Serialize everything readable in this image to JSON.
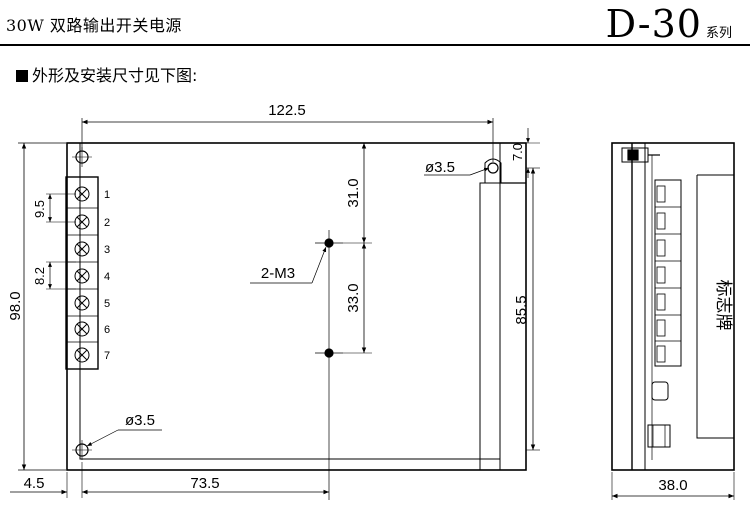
{
  "header": {
    "title": "30W 双路输出开关电源",
    "model": "D-30",
    "series_suffix": "系列"
  },
  "section_heading": "外形及安装尺寸见下图:",
  "front_view": {
    "dim_width": "122.5",
    "dim_height": "98.0",
    "dim_hole_top": "ø3.5",
    "dim_hole_bottom": "ø3.5",
    "dim_top_offset": "7.0",
    "dim_upper": "31.0",
    "dim_middle": "33.0",
    "dim_right_height": "85.5",
    "dim_bottom_left": "4.5",
    "dim_bottom_center": "73.5",
    "mount_label": "2-M3",
    "pitch_a": "9.5",
    "pitch_b": "8.2",
    "terminal_numbers": [
      "1",
      "2",
      "3",
      "4",
      "5",
      "6",
      "7"
    ]
  },
  "side_view": {
    "dim_depth": "38.0",
    "nameplate_label": "标志牌"
  }
}
